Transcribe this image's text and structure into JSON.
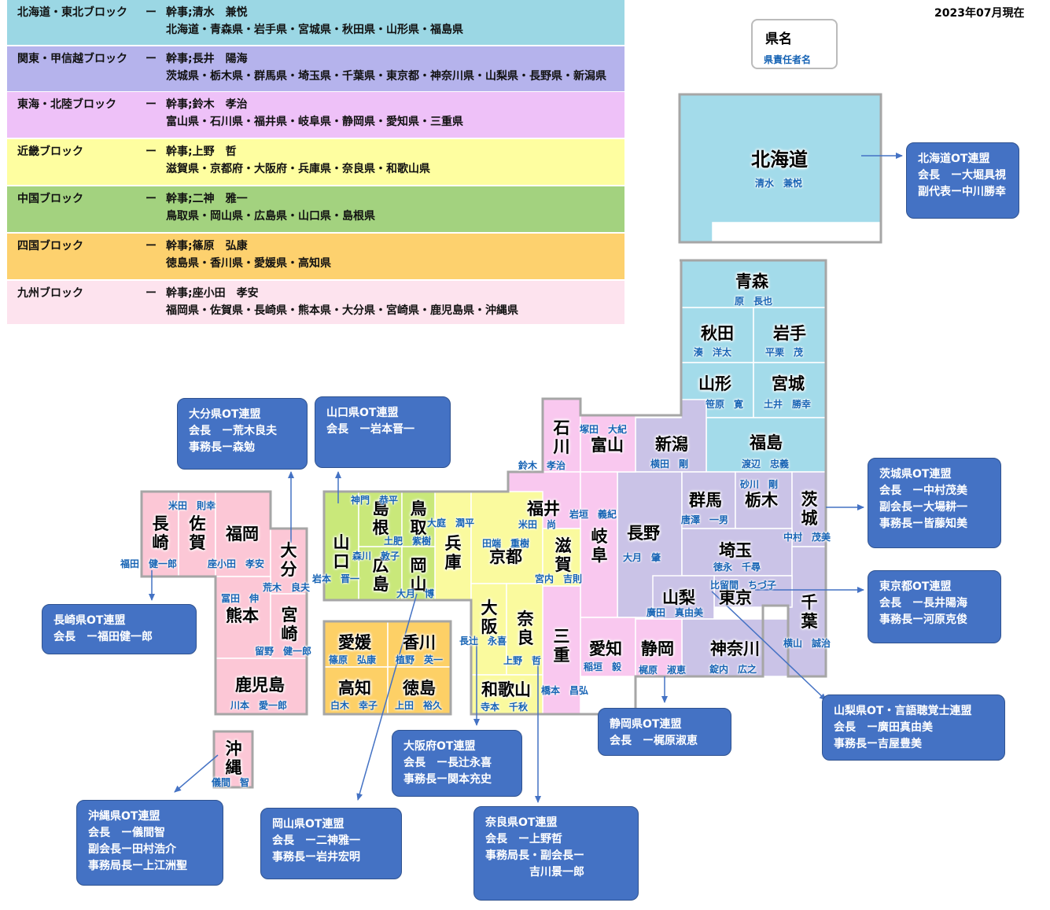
{
  "date": "2023年07月現在",
  "key": {
    "name": "県名",
    "rep": "県責任者名"
  },
  "colors": {
    "hokkaido_tohoku": "#9bd7e4",
    "kanto": "#b5b3ec",
    "tokai": "#eec1f8",
    "kinki": "#fefea0",
    "chugoku": "#a3d27f",
    "shikoku": "#fdd16e",
    "kyushu": "#fde3ee",
    "map_tohoku": "#a3dbea",
    "map_kanto": "#cac3e7",
    "map_tokai": "#f9c8ef",
    "map_kinki": "#fafa9e",
    "map_chugoku": "#c9e87a",
    "map_shikoku": "#fdd066",
    "map_kyushu": "#fcc7d6",
    "box": "#4472c4",
    "rep_text": "#1663b4"
  },
  "blocks": [
    {
      "name": "北海道・東北ブロック",
      "dash": "ー",
      "kanji": "幹事;清水　兼悦",
      "prefs": "北海道・青森県・岩手県・宮城県・秋田県・山形県・福島県"
    },
    {
      "name": "関東・甲信越ブロック",
      "dash": "ー",
      "kanji": "幹事;長井　陽海",
      "prefs": "茨城県・栃木県・群馬県・埼玉県・千葉県・東京都・神奈川県・山梨県・長野県・新潟県"
    },
    {
      "name": "東海・北陸ブロック",
      "dash": "ー",
      "kanji": "幹事;鈴木　孝治",
      "prefs": "富山県・石川県・福井県・岐阜県・静岡県・愛知県・三重県"
    },
    {
      "name": "近畿ブロック",
      "dash": "ー",
      "kanji": "幹事;上野　哲",
      "prefs": "滋賀県・京都府・大阪府・兵庫県・奈良県・和歌山県"
    },
    {
      "name": "中国ブロック",
      "dash": "ー",
      "kanji": "幹事;二神　雅一",
      "prefs": "鳥取県・岡山県・広島県・山口県・島根県"
    },
    {
      "name": "四国ブロック",
      "dash": "ー",
      "kanji": "幹事;篠原　弘康",
      "prefs": "徳島県・香川県・愛媛県・高知県"
    },
    {
      "name": "九州ブロック",
      "dash": "ー",
      "kanji": "幹事;座小田　孝安",
      "prefs": "福岡県・佐賀県・長崎県・熊本県・大分県・宮崎県・鹿児島県・沖縄県"
    }
  ],
  "prefs": {
    "hokkaido": {
      "name": "北海道",
      "rep": "清水　兼悦"
    },
    "aomori": {
      "name": "青森",
      "rep": "原　長也"
    },
    "akita": {
      "name": "秋田",
      "rep": "湊　洋太"
    },
    "iwate": {
      "name": "岩手",
      "rep": "平栗　茂"
    },
    "yamagata": {
      "name": "山形",
      "rep": "笹原　寛"
    },
    "miyagi": {
      "name": "宮城",
      "rep": "土井　勝幸"
    },
    "niigata": {
      "name": "新潟",
      "rep": "横田　剛"
    },
    "fukushima": {
      "name": "福島",
      "rep": "渡辺　忠義"
    },
    "ishikawa": {
      "name": "石川",
      "rep": "鈴木　孝治"
    },
    "toyama": {
      "name": "富山",
      "rep": "塚田　大紀"
    },
    "fukui": {
      "name": "福井",
      "rep": "米田　尚"
    },
    "gifu": {
      "name": "岐阜",
      "rep": "岩垣　義紀"
    },
    "nagano": {
      "name": "長野",
      "rep": "大月　肇"
    },
    "gunma": {
      "name": "群馬",
      "rep": "唐澤　一男"
    },
    "tochigi": {
      "name": "栃木",
      "rep": "砂川　剛"
    },
    "ibaraki": {
      "name": "茨城",
      "rep": "中村　茂美"
    },
    "saitama": {
      "name": "埼玉",
      "rep": "徳永　千尋"
    },
    "chiba": {
      "name": "千葉",
      "rep": "横山　誠治"
    },
    "tokyo": {
      "name": "東京",
      "rep": "比留間　ちづ子"
    },
    "yamanashi": {
      "name": "山梨",
      "rep": "廣田　真由美"
    },
    "kanagawa": {
      "name": "神奈川",
      "rep": "錠内　広之"
    },
    "shizuoka": {
      "name": "静岡",
      "rep": "梶原　淑恵"
    },
    "aichi": {
      "name": "愛知",
      "rep": "稲垣　毅"
    },
    "mie": {
      "name": "三重",
      "rep": "橋本　昌弘"
    },
    "shiga": {
      "name": "滋賀",
      "rep": "宮内　吉則"
    },
    "kyoto": {
      "name": "京都",
      "rep": "田端　重樹"
    },
    "osaka": {
      "name": "大阪",
      "rep": "長辻　永喜"
    },
    "nara": {
      "name": "奈良",
      "rep": "上野　哲"
    },
    "wakayama": {
      "name": "和歌山",
      "rep": "寺本　千秋"
    },
    "hyogo": {
      "name": "兵庫",
      "rep": "大庭　潤平"
    },
    "tottori": {
      "name": "鳥取",
      "rep": "土肥　紫樹"
    },
    "shimane": {
      "name": "島根",
      "rep": "神門　恭平"
    },
    "okayama": {
      "name": "岡山",
      "rep": "大月　博"
    },
    "hiroshima": {
      "name": "広島",
      "rep": "森川　敦子"
    },
    "yamaguchi": {
      "name": "山口",
      "rep": "岩本　晋一"
    },
    "ehime": {
      "name": "愛媛",
      "rep": "篠原　弘康"
    },
    "kagawa": {
      "name": "香川",
      "rep": "植野　英一"
    },
    "kochi": {
      "name": "高知",
      "rep": "白木　幸子"
    },
    "tokushima": {
      "name": "徳島",
      "rep": "上田　裕久"
    },
    "nagasaki": {
      "name": "長崎",
      "rep": "福田　健一郎"
    },
    "saga": {
      "name": "佐賀",
      "rep": "米田　則幸"
    },
    "fukuoka": {
      "name": "福岡",
      "rep": "座小田　孝安"
    },
    "oita": {
      "name": "大分",
      "rep": "荒木　良夫"
    },
    "kumamoto": {
      "name": "熊本",
      "rep": "冨田　伸"
    },
    "miyazaki": {
      "name": "宮崎",
      "rep": "留野　健一郎"
    },
    "kagoshima": {
      "name": "鹿児島",
      "rep": "川本　愛一郎"
    },
    "okinawa": {
      "name": "沖縄",
      "rep": "儀間　智"
    }
  },
  "boxes": {
    "hokkaido": {
      "title": "北海道OT連盟",
      "lines": [
        "会長　ー大堀具視",
        "副代表ー中川勝幸"
      ]
    },
    "ibaraki": {
      "title": "茨城県OT連盟",
      "lines": [
        "会長　ー中村茂美",
        "副会長ー大場耕一",
        "事務長ー皆藤知美"
      ]
    },
    "tokyo": {
      "title": "東京都OT連盟",
      "lines": [
        "会長　ー長井陽海",
        "事務長ー河原克俊"
      ]
    },
    "yamanashi": {
      "title": "山梨県OT・言語聴覚士連盟",
      "lines": [
        "会長　ー廣田真由美",
        "事務長ー吉屋豊美"
      ]
    },
    "shizuoka": {
      "title": "静岡県OT連盟",
      "lines": [
        "会長　ー梶原淑恵"
      ]
    },
    "nara": {
      "title": "奈良県OT連盟",
      "lines": [
        "会長　ー上野哲",
        "事務局長・副会長ー",
        "　　　　吉川景一郎"
      ]
    },
    "osaka": {
      "title": "大阪府OT連盟",
      "lines": [
        "会長　ー長辻永喜",
        "事務長ー関本充史"
      ]
    },
    "okayama": {
      "title": "岡山県OT連盟",
      "lines": [
        "会長　ー二神雅一",
        "事務長ー岩井宏明"
      ]
    },
    "okinawa": {
      "title": "沖縄県OT連盟",
      "lines": [
        "会長　ー儀間智",
        "副会長ー田村浩介",
        "事務局長ー上江洲聖"
      ]
    },
    "nagasaki": {
      "title": "長崎県OT連盟",
      "lines": [
        "会長　ー福田健一郎"
      ]
    },
    "oita": {
      "title": "大分県OT連盟",
      "lines": [
        "会長　ー荒木良夫",
        "事務長ー森勉"
      ]
    },
    "yamaguchi": {
      "title": "山口県OT連盟",
      "lines": [
        "会長　ー岩本晋一"
      ]
    }
  }
}
